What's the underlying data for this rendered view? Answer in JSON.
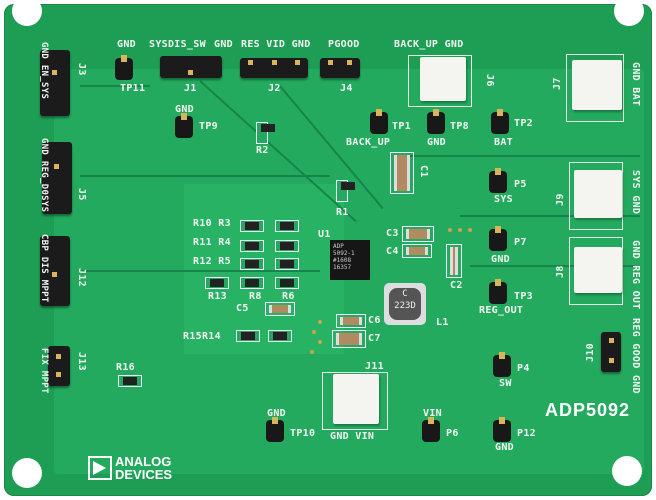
{
  "board": {
    "model": "ADP5092",
    "logo": "ANALOG DEVICES",
    "chip_marking": [
      "ADP",
      "5092-1",
      "#1608",
      "16357"
    ],
    "inductor_marking": [
      "C",
      "223D"
    ]
  },
  "top_labels": {
    "tp11_gnd": "GND",
    "j1_pins": "SYSDIS_SW",
    "j1_gnd": "GND",
    "j2_pins": "RES VID GND",
    "j4_pins": "PGOOD",
    "j6_pins": "BACK_UP  GND"
  },
  "refs": {
    "TP11": "TP11",
    "J1": "J1",
    "J2": "J2",
    "J4": "J4",
    "J6": "J6",
    "J7": "J7",
    "J9": "J9",
    "J8": "J8",
    "J10": "J10",
    "J3": "J3",
    "J5": "J5",
    "J12": "J12",
    "J13": "J13",
    "J11": "J11",
    "TP9": "TP9",
    "R2": "R2",
    "TP1": "TP1",
    "TP8": "TP8",
    "TP2": "TP2",
    "C1": "C1",
    "R1": "R1",
    "U1": "U1",
    "C3": "C3",
    "C4": "C4",
    "C2": "C2",
    "P5": "P5",
    "P7": "P7",
    "TP3": "TP3",
    "P4": "P4",
    "P6": "P6",
    "P12": "P12",
    "TP10": "TP10",
    "L1": "L1",
    "C6": "C6",
    "C7": "C7",
    "R10R3": "R10 R3",
    "R11R4": "R11 R4",
    "R12R5": "R12 R5",
    "R13": "R13",
    "R8": "R8",
    "R6": "R6",
    "C5": "C5",
    "R15R14": "R15R14",
    "R16": "R16"
  },
  "net_labels": {
    "tp9_gnd": "GND",
    "tp1_backup": "BACK_UP",
    "tp8_gnd": "GND",
    "tp2_bat": "BAT",
    "p5_sys": "SYS",
    "p7_gnd": "GND",
    "tp3_reg_out": "REG_OUT",
    "p4_sw": "SW",
    "p6_vin": "VIN",
    "p12_gnd": "GND",
    "tp10_gnd": "GND",
    "j11_pins": "GND VIN"
  },
  "side_labels": {
    "j3": "GND EN_SYS",
    "j5": "GND REG_D0SYS",
    "j12": "CBP DIS MPPT",
    "j13": "FIX MPPT",
    "j7": "GND  BAT",
    "j9": "SYS  GND",
    "j8": "GND REG OUT",
    "j10": "REG GOOD GND"
  }
}
